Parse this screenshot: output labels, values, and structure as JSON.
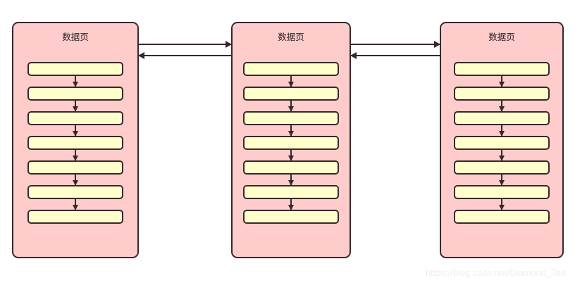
{
  "diagram": {
    "title_text": "数据页",
    "type": "doubly-linked-list-of-data-pages",
    "colors": {
      "page_fill": "#ffcccc",
      "page_stroke": "#36282b",
      "record_fill": "#ffffcc",
      "record_stroke": "#36282b",
      "arrow": "#36282b",
      "background": "#ffffff",
      "watermark": "#eceff1"
    },
    "pages": [
      {
        "id": "page-1",
        "label": "数据页",
        "rows": [
          "",
          "",
          "",
          "",
          "",
          "",
          ""
        ]
      },
      {
        "id": "page-2",
        "label": "数据页",
        "rows": [
          "",
          "",
          "",
          "",
          "",
          "",
          ""
        ]
      },
      {
        "id": "page-3",
        "label": "数据页",
        "rows": [
          "",
          "",
          "",
          "",
          "",
          "",
          ""
        ]
      }
    ],
    "links": [
      {
        "id": "link-1-2",
        "from": "page-1",
        "to": "page-2",
        "forward_direction": "right",
        "backward_direction": "left"
      },
      {
        "id": "link-2-3",
        "from": "page-2",
        "to": "page-3",
        "forward_direction": "right",
        "backward_direction": "left"
      }
    ]
  },
  "watermark": {
    "text": "https://blog.csdn.net/Diamond_Tao"
  }
}
